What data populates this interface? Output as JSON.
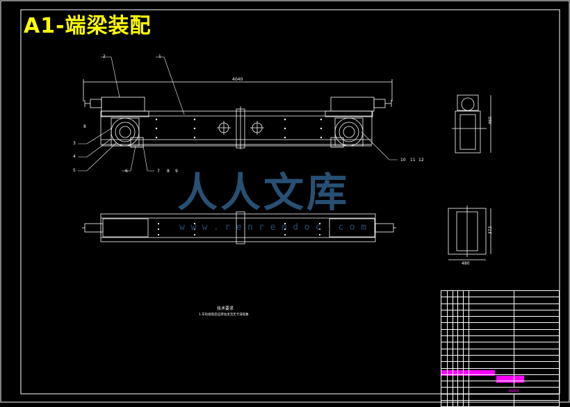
{
  "header": {
    "title": "A1-端梁装配"
  },
  "watermark": {
    "brand": "人人文库",
    "url": "www.renrendoc.com"
  },
  "colors": {
    "background": "#000000",
    "lines": "#ffffff",
    "title": "#ffff00",
    "watermark": "#2e5f88",
    "stamp": "#ff00ff",
    "leaders": "#ffffff"
  },
  "dimensions": {
    "overall_length": "4040",
    "height_side": "8",
    "side_height": "460",
    "bottom_height": "373",
    "bottom_width": "480"
  },
  "balloons": [
    "2",
    "1",
    "3",
    "4",
    "5",
    "6",
    "7",
    "8",
    "9",
    "10",
    "11",
    "12"
  ],
  "technical_requirements": {
    "heading": "技术要求",
    "line1": "1.车轮组装后应转动灵活无卡滞现象"
  },
  "title_block": {
    "drawing_name": "端梁装配"
  }
}
